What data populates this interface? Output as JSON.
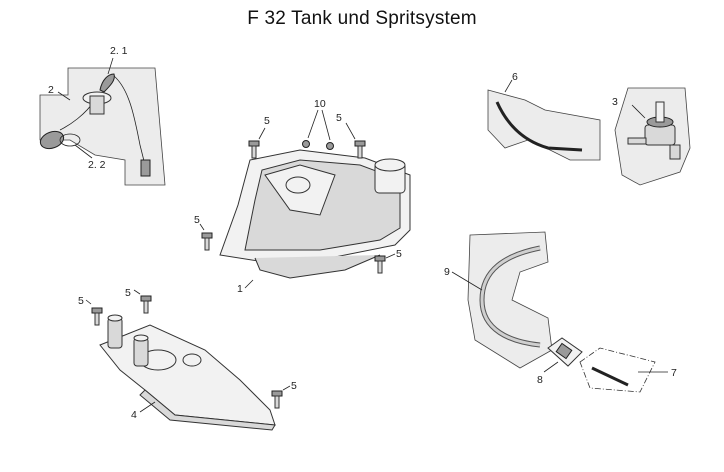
{
  "title": "F 32  Tank und Spritsystem",
  "labels": {
    "l1": "1",
    "l2": "2",
    "l2_1": "2. 1",
    "l2_2": "2. 2",
    "l3": "3",
    "l4": "4",
    "l5": "5",
    "l6": "6",
    "l7": "7",
    "l8": "8",
    "l9": "9",
    "l10": "10"
  }
}
